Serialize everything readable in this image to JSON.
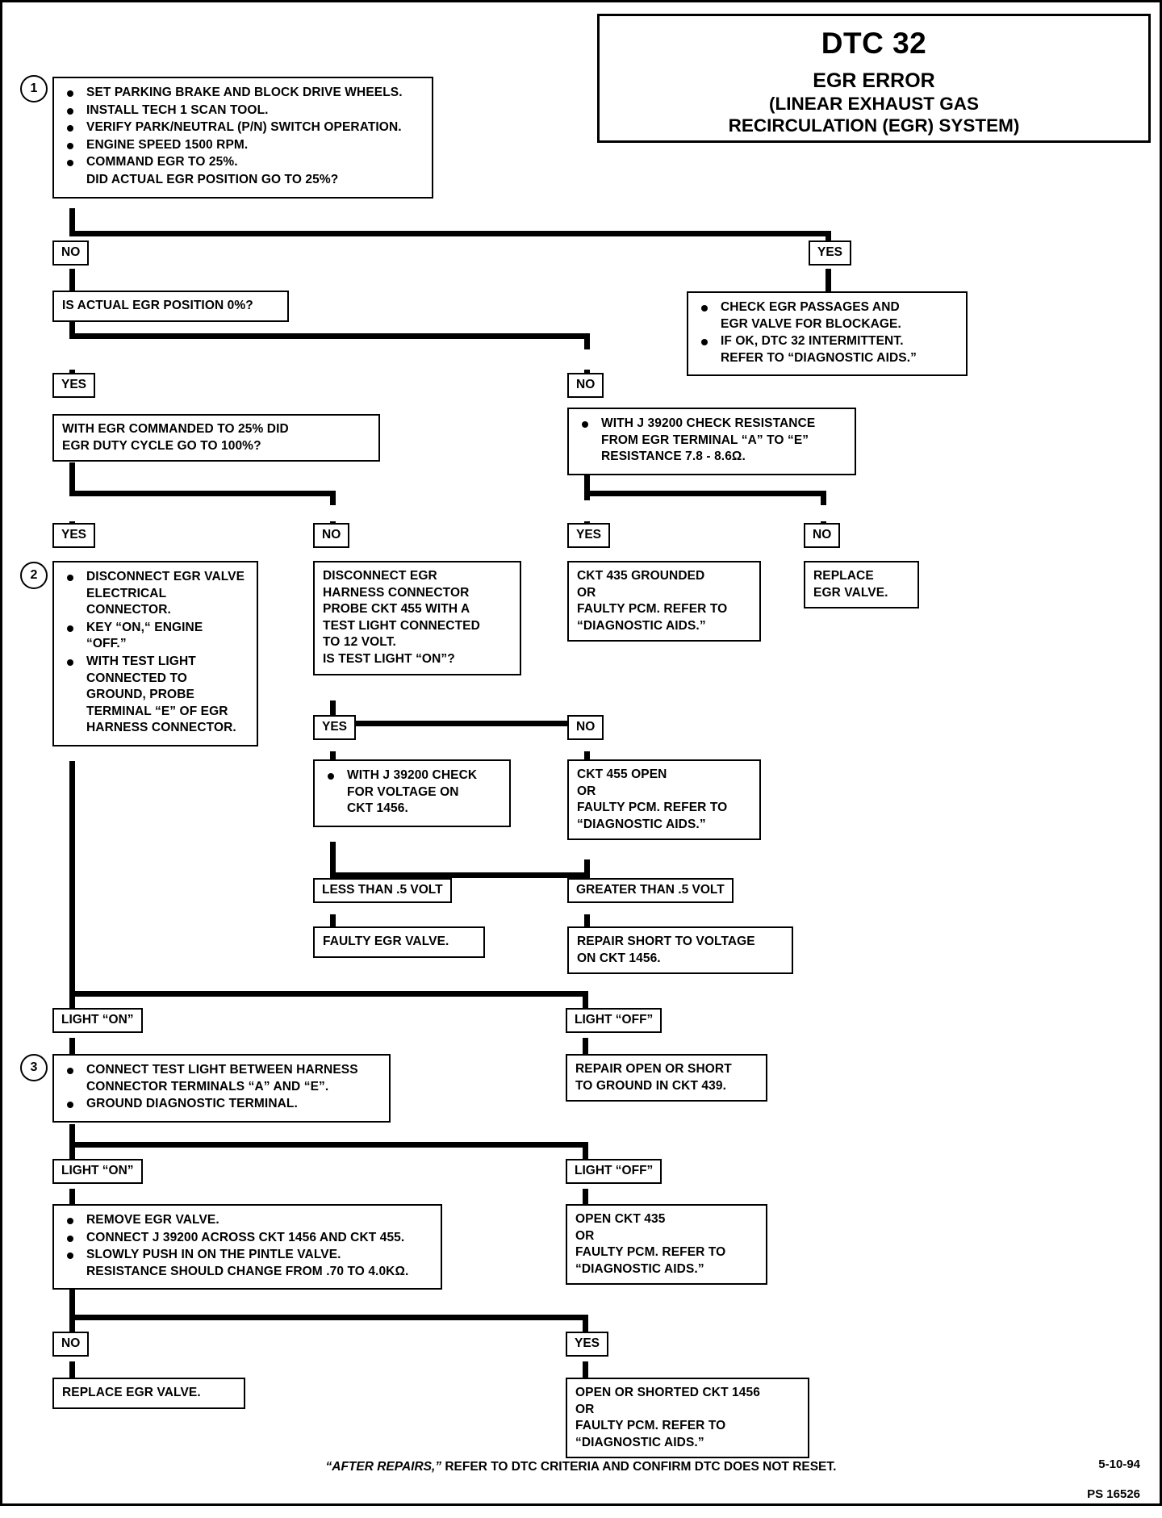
{
  "title": {
    "code": "DTC 32",
    "name": "EGR ERROR",
    "system": "(LINEAR EXHAUST GAS\nRECIRCULATION (EGR) SYSTEM)"
  },
  "steps": {
    "one": "1",
    "two": "2",
    "three": "3"
  },
  "tags": {
    "no": "NO",
    "yes": "YES",
    "light_on": "LIGHT “ON”",
    "light_off": "LIGHT “OFF”",
    "less_than_half_volt": "LESS THAN .5 VOLT",
    "greater_than_half_volt": "GREATER THAN .5 VOLT"
  },
  "nodes": {
    "step1": {
      "bullets": [
        "SET PARKING BRAKE AND BLOCK DRIVE WHEELS.",
        "INSTALL TECH 1 SCAN TOOL.",
        "VERIFY PARK/NEUTRAL (P/N) SWITCH OPERATION.",
        "ENGINE SPEED 1500 RPM.",
        "COMMAND EGR TO 25%."
      ],
      "question": "DID ACTUAL EGR POSITION GO TO 25%?"
    },
    "egr_passages": {
      "bullets": [
        "CHECK EGR PASSAGES AND\nEGR VALVE FOR BLOCKAGE.",
        "IF OK, DTC 32 INTERMITTENT.\nREFER TO “DIAGNOSTIC AIDS.”"
      ]
    },
    "is_actual_0": {
      "text": "IS ACTUAL EGR POSITION 0%?"
    },
    "duty_cycle": {
      "text": "WITH EGR COMMANDED TO 25% DID\nEGR DUTY CYCLE GO TO 100%?"
    },
    "j39200_resistance": {
      "bullets": [
        "WITH J 39200 CHECK RESISTANCE\nFROM EGR TERMINAL “A” TO “E”\nRESISTANCE 7.8 - 8.6Ω."
      ]
    },
    "ckt435_grounded": {
      "text": "CKT 435 GROUNDED\nOR\nFAULTY PCM.  REFER TO\n“DIAGNOSTIC AIDS.”"
    },
    "replace_egr_valve_top": {
      "text": "REPLACE\nEGR VALVE."
    },
    "step2": {
      "bullets": [
        "DISCONNECT EGR VALVE\nELECTRICAL\nCONNECTOR.",
        "KEY “ON,“ ENGINE\n“OFF.”",
        "WITH TEST LIGHT\nCONNECTED TO\nGROUND, PROBE\nTERMINAL “E” OF EGR\nHARNESS CONNECTOR."
      ]
    },
    "probe_ckt455": {
      "text": "DISCONNECT EGR\nHARNESS CONNECTOR\nPROBE CKT 455 WITH A\nTEST LIGHT CONNECTED\nTO 12 VOLT.\nIS TEST LIGHT “ON”?"
    },
    "check_voltage_1456": {
      "bullets": [
        "WITH J 39200 CHECK\nFOR VOLTAGE ON\nCKT 1456."
      ]
    },
    "ckt455_open": {
      "text": "CKT 455 OPEN\nOR\nFAULTY PCM.  REFER TO\n“DIAGNOSTIC AIDS.”"
    },
    "faulty_egr_valve": {
      "text": "FAULTY EGR VALVE."
    },
    "repair_short_voltage": {
      "text": "REPAIR SHORT TO VOLTAGE\nON CKT 1456."
    },
    "step3": {
      "bullets": [
        "CONNECT TEST LIGHT BETWEEN HARNESS\nCONNECTOR TERMINALS “A” AND “E”.",
        "GROUND DIAGNOSTIC TERMINAL."
      ]
    },
    "repair_open_short_439": {
      "text": "REPAIR OPEN OR SHORT\nTO GROUND IN CKT 439."
    },
    "remove_egr": {
      "bullets": [
        "REMOVE EGR VALVE.",
        "CONNECT J 39200 ACROSS CKT 1456 AND CKT 455.",
        "SLOWLY PUSH IN ON THE PINTLE VALVE.\nRESISTANCE SHOULD CHANGE FROM .70 TO 4.0KΩ."
      ]
    },
    "open_ckt435": {
      "text": "OPEN CKT 435\nOR\nFAULTY PCM.  REFER TO\n“DIAGNOSTIC AIDS.”"
    },
    "replace_egr_valve_bottom": {
      "text": "REPLACE EGR VALVE."
    },
    "open_shorted_1456": {
      "text": "OPEN OR SHORTED CKT 1456\nOR\nFAULTY PCM.  REFER TO\n“DIAGNOSTIC AIDS.”"
    }
  },
  "footer": {
    "note_italic": "“AFTER REPAIRS,”",
    "note_rest": " REFER TO DTC CRITERIA AND CONFIRM DTC DOES NOT RESET.",
    "date": "5-10-94",
    "ps": "PS 16526"
  }
}
